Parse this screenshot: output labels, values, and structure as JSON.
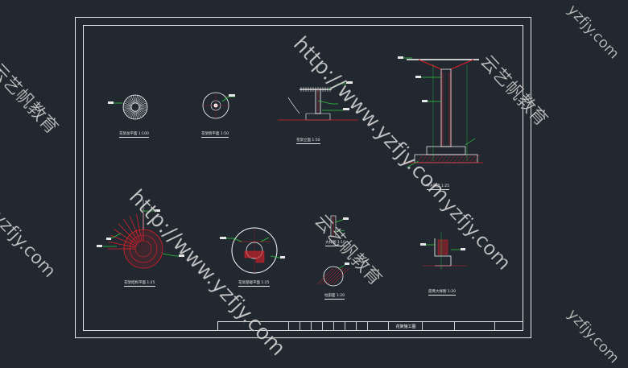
{
  "drawing": {
    "sheet_title": "花架施工图",
    "views": [
      {
        "id": "plan",
        "label": "花架总平面 1:100"
      },
      {
        "id": "top",
        "label": "花架俯平面 1:50"
      },
      {
        "id": "elevation",
        "label": "花架立面 1:50"
      },
      {
        "id": "section_aa",
        "label": "A-A剖面 1:25"
      },
      {
        "id": "structure_plan",
        "label": "花架结构平面 1:25"
      },
      {
        "id": "base_plan",
        "label": "花架基础平面 1:25"
      },
      {
        "id": "detail_a",
        "label": "大样图 1:10"
      },
      {
        "id": "column_section",
        "label": "柱剖面 1:20"
      },
      {
        "id": "bench_detail",
        "label": "座凳大样图 1:20"
      }
    ]
  },
  "watermark": {
    "url_text": "http://www.yzfjy.com",
    "url_short": "yzfjy.com",
    "brand_text": "云艺帆教育"
  },
  "colors": {
    "background": "#212830",
    "frame": "#e8e8e8",
    "structure_red": "#e0202a",
    "annotation_green": "#2ecc40",
    "text_white": "#ffffff"
  }
}
